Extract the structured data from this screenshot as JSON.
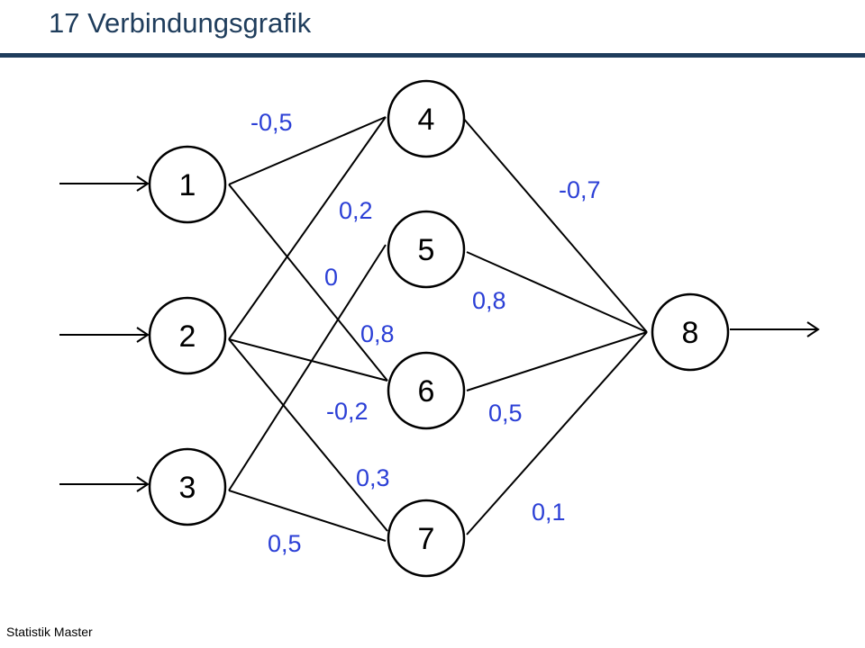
{
  "header": {
    "title": "17 Verbindungsgrafik"
  },
  "footer": {
    "text": "Statistik Master"
  },
  "colors": {
    "title": "#1f3d5c",
    "rule": "#1f3d5c",
    "weights": "#2b3fd6",
    "lines": "#000000"
  },
  "network": {
    "nodes": [
      {
        "id": "n1",
        "label": "1"
      },
      {
        "id": "n2",
        "label": "2"
      },
      {
        "id": "n3",
        "label": "3"
      },
      {
        "id": "n4",
        "label": "4"
      },
      {
        "id": "n5",
        "label": "5"
      },
      {
        "id": "n6",
        "label": "6"
      },
      {
        "id": "n7",
        "label": "7"
      },
      {
        "id": "n8",
        "label": "8"
      }
    ],
    "edges": [
      {
        "from": "n1",
        "to": "n4",
        "weight": "-0,5"
      },
      {
        "from": "n1",
        "to": "n6",
        "weight": "0,8"
      },
      {
        "from": "n2",
        "to": "n4",
        "weight": "0,2"
      },
      {
        "from": "n2",
        "to": "n6",
        "weight": "-0,2"
      },
      {
        "from": "n2",
        "to": "n7",
        "weight": "0,3"
      },
      {
        "from": "n3",
        "to": "n5",
        "weight": "0"
      },
      {
        "from": "n3",
        "to": "n7",
        "weight": "0,5"
      },
      {
        "from": "n4",
        "to": "n8",
        "weight": "-0,7"
      },
      {
        "from": "n5",
        "to": "n8",
        "weight": "0,8"
      },
      {
        "from": "n6",
        "to": "n8",
        "weight": "0,5"
      },
      {
        "from": "n7",
        "to": "n8",
        "weight": "0,1"
      }
    ]
  }
}
